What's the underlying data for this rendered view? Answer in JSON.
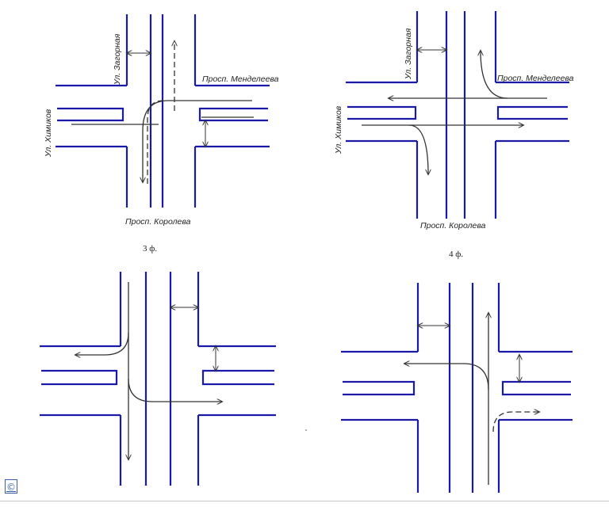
{
  "streets": {
    "zagornaya": "Ул. Загорная",
    "mendeleeva": "Просп. Менделеева",
    "khimikov": "Ул. Химиков",
    "koroleva": "Просп. Королева"
  },
  "phases": [
    {
      "id": "p3",
      "caption": "3 ф."
    },
    {
      "id": "p4",
      "caption": "4 ф."
    },
    {
      "id": "p5",
      "caption": ""
    },
    {
      "id": "p6",
      "caption": ""
    }
  ],
  "copyright_symbol": "©",
  "colors": {
    "road": "#1a1aa8",
    "flow": "#333333"
  }
}
